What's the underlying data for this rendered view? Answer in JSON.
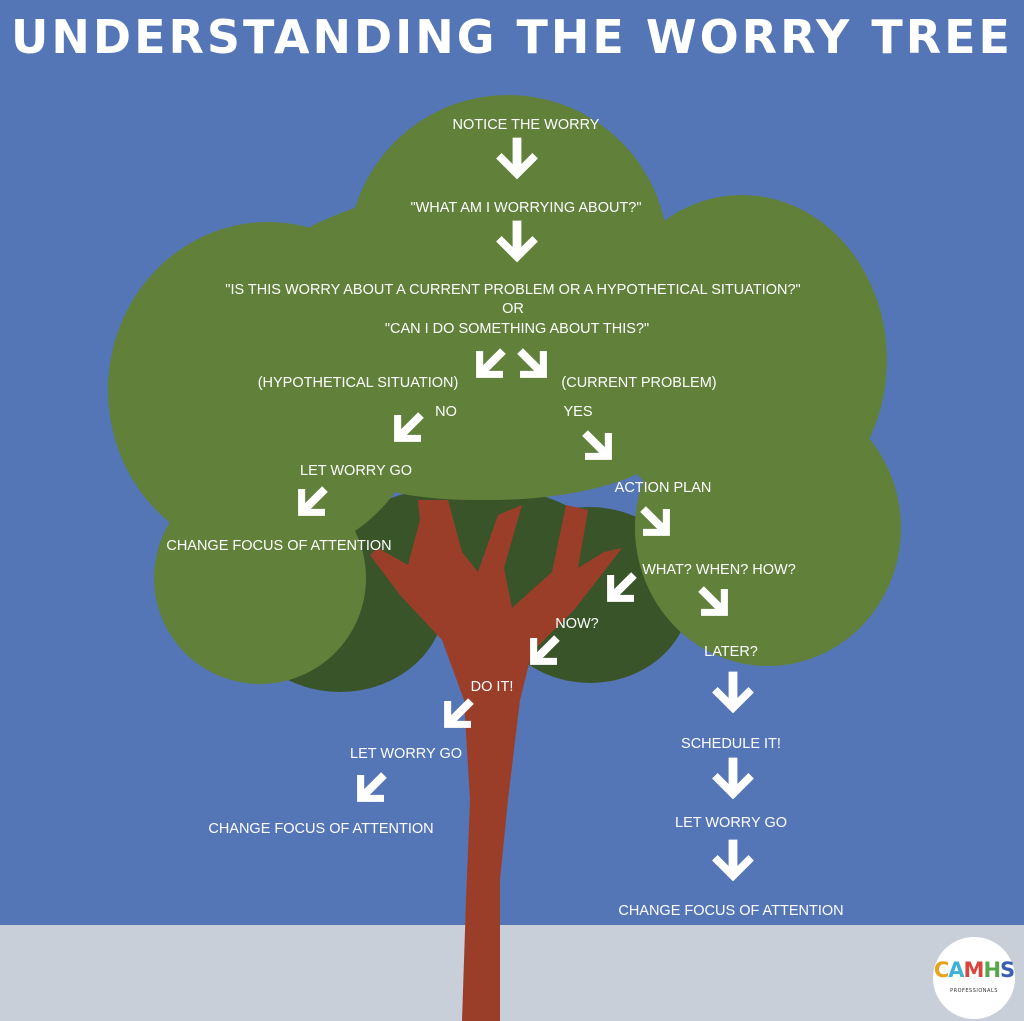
{
  "title": "UNDERSTANDING THE WORRY TREE",
  "nodes": {
    "notice": "NOTICE THE WORRY",
    "what_worrying": "\"WHAT AM I WORRYING ABOUT?\"",
    "question_1": "\"IS THIS WORRY ABOUT A CURRENT PROBLEM OR A HYPOTHETICAL SITUATION?\"",
    "or": "OR",
    "question_2": "\"CAN I DO SOMETHING ABOUT THIS?\"",
    "hypothetical": "(HYPOTHETICAL SITUATION)",
    "current": "(CURRENT PROBLEM)",
    "no": "NO",
    "yes": "YES",
    "let_go_1": "LET WORRY GO",
    "change_focus_1": "CHANGE FOCUS OF ATTENTION",
    "action_plan": "ACTION PLAN",
    "what_when_how": "WHAT? WHEN? HOW?",
    "now": "NOW?",
    "later": "LATER?",
    "do_it": "DO IT!",
    "let_go_2": "LET WORRY GO",
    "change_focus_2": "CHANGE FOCUS OF ATTENTION",
    "schedule": "SCHEDULE IT!",
    "let_go_3": "LET WORRY GO",
    "change_focus_3": "CHANGE FOCUS OF ATTENTION"
  },
  "logo": {
    "letters": [
      "C",
      "A",
      "M",
      "H",
      "S"
    ],
    "letter_colors": [
      "#e8a21c",
      "#3fb1d6",
      "#d9443c",
      "#55a84a",
      "#3a5fb0"
    ],
    "subtitle": "PROFESSIONALS"
  },
  "colors": {
    "sky": "#5576b6",
    "ground": "#c9cfd8",
    "canopy": "#61803a",
    "canopy_shadow": "#3a5429",
    "trunk": "#9a3e2a",
    "text": "#ffffff"
  }
}
